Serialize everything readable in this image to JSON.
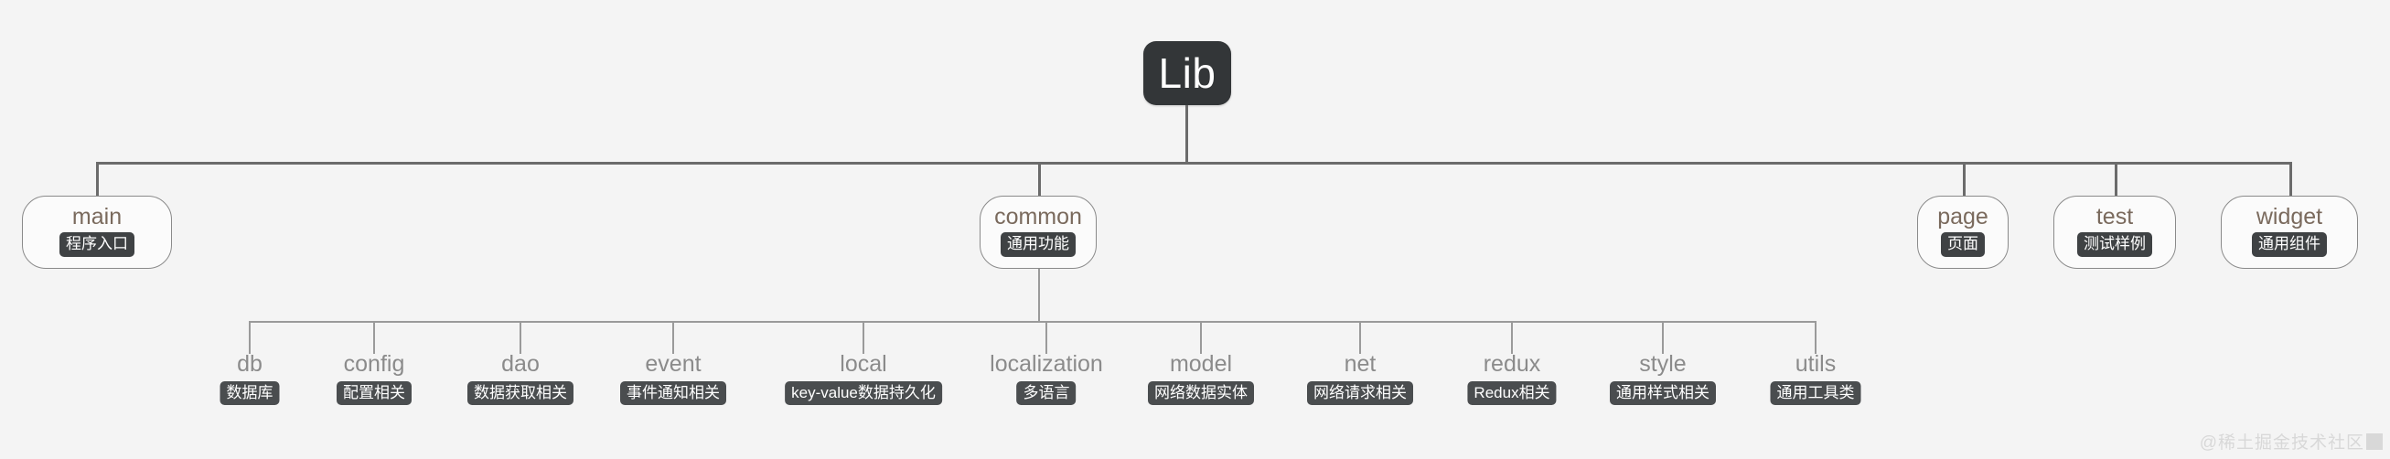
{
  "diagram": {
    "type": "tree-mindmap",
    "background_color": "#f4f4f4",
    "root": {
      "label": "Lib",
      "box_color": "#333638",
      "text_color": "#ffffff"
    },
    "level1": [
      {
        "title": "main",
        "badge": "程序入口"
      },
      {
        "title": "common",
        "badge": "通用功能"
      },
      {
        "title": "page",
        "badge": "页面"
      },
      {
        "title": "test",
        "badge": "测试样例"
      },
      {
        "title": "widget",
        "badge": "通用组件"
      }
    ],
    "common_children": [
      {
        "title": "db",
        "badge": "数据库"
      },
      {
        "title": "config",
        "badge": "配置相关"
      },
      {
        "title": "dao",
        "badge": "数据获取相关"
      },
      {
        "title": "event",
        "badge": "事件通知相关"
      },
      {
        "title": "local",
        "badge": "key-value数据持久化"
      },
      {
        "title": "localization",
        "badge": "多语言"
      },
      {
        "title": "model",
        "badge": "网络数据实体"
      },
      {
        "title": "net",
        "badge": "网络请求相关"
      },
      {
        "title": "redux",
        "badge": "Redux相关"
      },
      {
        "title": "style",
        "badge": "通用样式相关"
      },
      {
        "title": "utils",
        "badge": "通用工具类"
      }
    ],
    "colors": {
      "line": "#6b6b6b",
      "line_thin": "#9a9a9a",
      "node_fill": "#fbfbfb",
      "node_border": "#8a8a8a",
      "node_title": "#7a6a5d",
      "leaf_title": "#8b8b8b",
      "badge_bg": "#3f4244",
      "badge_text": "#ffffff"
    }
  },
  "watermark": {
    "text": "@稀土掘金技术社区"
  }
}
